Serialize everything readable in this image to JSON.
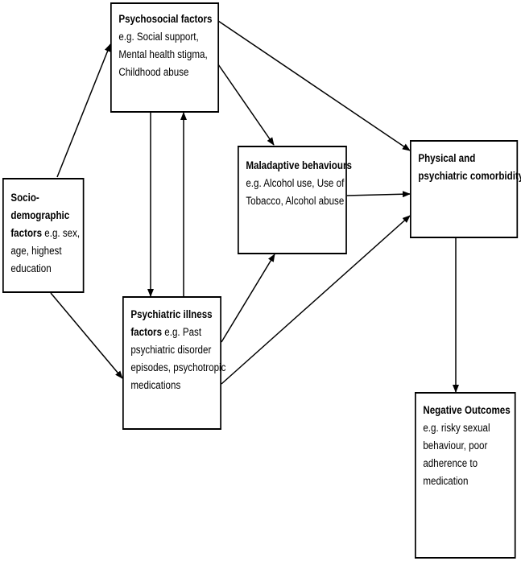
{
  "boxes": {
    "psychosocial": {
      "bold": "Psychosocial factors",
      "text": " e.g. Social support, Mental health stigma, Childhood abuse"
    },
    "sociodemographic": {
      "bold": "Socio-demographic factors",
      "text": " e.g. sex, age, highest education"
    },
    "maladaptive": {
      "bold": "Maladaptive behaviours",
      "text": " e.g. Alcohol use, Use of Tobacco, Alcohol abuse"
    },
    "psychiatric": {
      "bold": "Psychiatric illness factors",
      "text": " e.g. Past psychiatric disorder episodes, psychotropic medications"
    },
    "comorbidity": {
      "bold": "Physical and psychiatric comorbidity",
      "text": ""
    },
    "negative": {
      "bold": "Negative Outcomes",
      "text": " e.g. risky sexual behaviour, poor adherence to medication"
    }
  }
}
